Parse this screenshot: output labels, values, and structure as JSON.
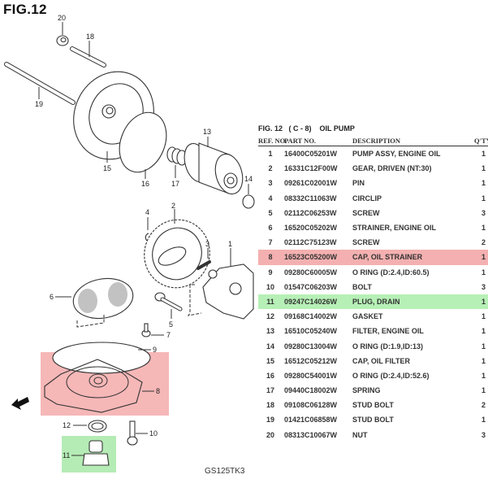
{
  "figure": {
    "label": "FIG.12",
    "model_code": "GS125TK3"
  },
  "callouts": [
    "1",
    "2",
    "3",
    "4",
    "5",
    "6",
    "7",
    "8",
    "9",
    "10",
    "11",
    "12",
    "13",
    "14",
    "15",
    "16",
    "17",
    "18",
    "19",
    "20"
  ],
  "highlights": {
    "red_color": "#f4aaaa",
    "green_color": "#a8e8a8",
    "red_ref": "8",
    "green_ref": "11"
  },
  "parts_table": {
    "title": "FIG. 12   ( C - 8)    OIL PUMP",
    "columns": {
      "ref": "REF. NO.",
      "part": "PART NO.",
      "desc": "DESCRIPTION",
      "qty": "Q'TY"
    },
    "rows": [
      {
        "ref": "1",
        "part": "16400C05201W",
        "desc": "PUMP ASSY, ENGINE OIL",
        "qty": "1",
        "highlight": ""
      },
      {
        "ref": "2",
        "part": "16331C12F00W",
        "desc": "GEAR, DRIVEN (NT:30)",
        "qty": "1",
        "highlight": ""
      },
      {
        "ref": "3",
        "part": "09261C02001W",
        "desc": "PIN",
        "qty": "1",
        "highlight": ""
      },
      {
        "ref": "4",
        "part": "08332C11063W",
        "desc": "CIRCLIP",
        "qty": "1",
        "highlight": ""
      },
      {
        "ref": "5",
        "part": "02112C06253W",
        "desc": "SCREW",
        "qty": "3",
        "highlight": ""
      },
      {
        "ref": "6",
        "part": "16520C05202W",
        "desc": "STRAINER, ENGINE OIL",
        "qty": "1",
        "highlight": ""
      },
      {
        "ref": "7",
        "part": "02112C75123W",
        "desc": "SCREW",
        "qty": "2",
        "highlight": ""
      },
      {
        "ref": "8",
        "part": "16523C05200W",
        "desc": "CAP, OIL STRAINER",
        "qty": "1",
        "highlight": "red"
      },
      {
        "ref": "9",
        "part": "09280C60005W",
        "desc": "O RING (D:2.4,ID:60.5)",
        "qty": "1",
        "highlight": ""
      },
      {
        "ref": "10",
        "part": "01547C06203W",
        "desc": "BOLT",
        "qty": "3",
        "highlight": ""
      },
      {
        "ref": "11",
        "part": "09247C14026W",
        "desc": "PLUG, DRAIN",
        "qty": "1",
        "highlight": "green"
      },
      {
        "ref": "12",
        "part": "09168C14002W",
        "desc": "GASKET",
        "qty": "1",
        "highlight": ""
      },
      {
        "ref": "13",
        "part": "16510C05240W",
        "desc": "FILTER, ENGINE OIL",
        "qty": "1",
        "highlight": ""
      },
      {
        "ref": "14",
        "part": "09280C13004W",
        "desc": "O RING (D:1.9,ID:13)",
        "qty": "1",
        "highlight": ""
      },
      {
        "ref": "15",
        "part": "16512C05212W",
        "desc": "CAP, OIL FILTER",
        "qty": "1",
        "highlight": ""
      },
      {
        "ref": "16",
        "part": "09280C54001W",
        "desc": "O RING (D:2.4,ID:52.6)",
        "qty": "1",
        "highlight": ""
      },
      {
        "ref": "17",
        "part": "09440C18002W",
        "desc": "SPRING",
        "qty": "1",
        "highlight": ""
      },
      {
        "ref": "18",
        "part": "09108C06128W",
        "desc": "STUD BOLT",
        "qty": "2",
        "highlight": ""
      },
      {
        "ref": "19",
        "part": "01421C06858W",
        "desc": "STUD BOLT",
        "qty": "1",
        "highlight": ""
      },
      {
        "ref": "20",
        "part": "08313C10067W",
        "desc": "NUT",
        "qty": "3",
        "highlight": ""
      }
    ]
  }
}
